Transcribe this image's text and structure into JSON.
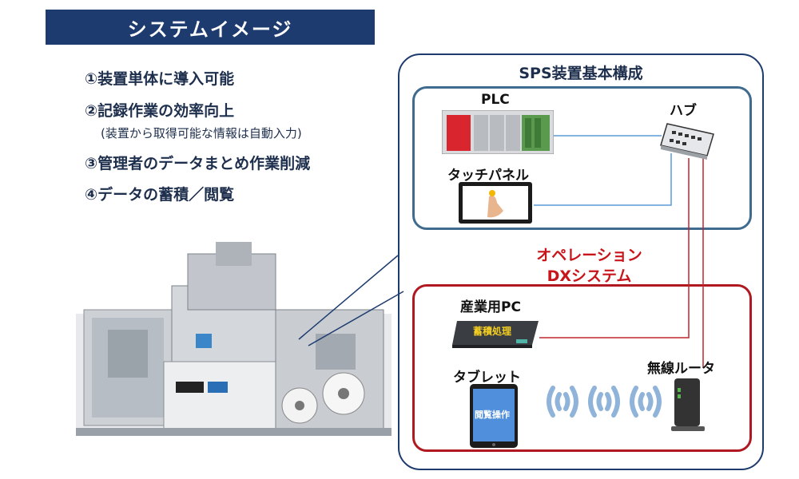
{
  "banner": {
    "title": "システムイメージ"
  },
  "features": [
    "①装置単体に導入可能",
    "②記録作業の効率向上",
    "③管理者のデータまとめ作業削減",
    "④データの蓄積／閲覧"
  ],
  "feature_note": "(装置から取得可能な情報は自動入力)",
  "diagram": {
    "title": "SPS装置基本構成",
    "plc_label": "PLC",
    "hub_label": "ハブ",
    "touch_panel_label": "タッチパネル",
    "ops_line1": "オペレーション",
    "ops_line2": "DXシステム",
    "pc_label": "産業用PC",
    "pc_screen_text": "蓄積処理",
    "router_label": "無線ルータ",
    "tablet_label": "タブレット",
    "tablet_screen_text": "閲覧操作"
  },
  "colors": {
    "navy": "#1d3b6e",
    "blue_box": "#3f6b8f",
    "red": "#c8141b",
    "wifi": "#8fb3d9"
  }
}
